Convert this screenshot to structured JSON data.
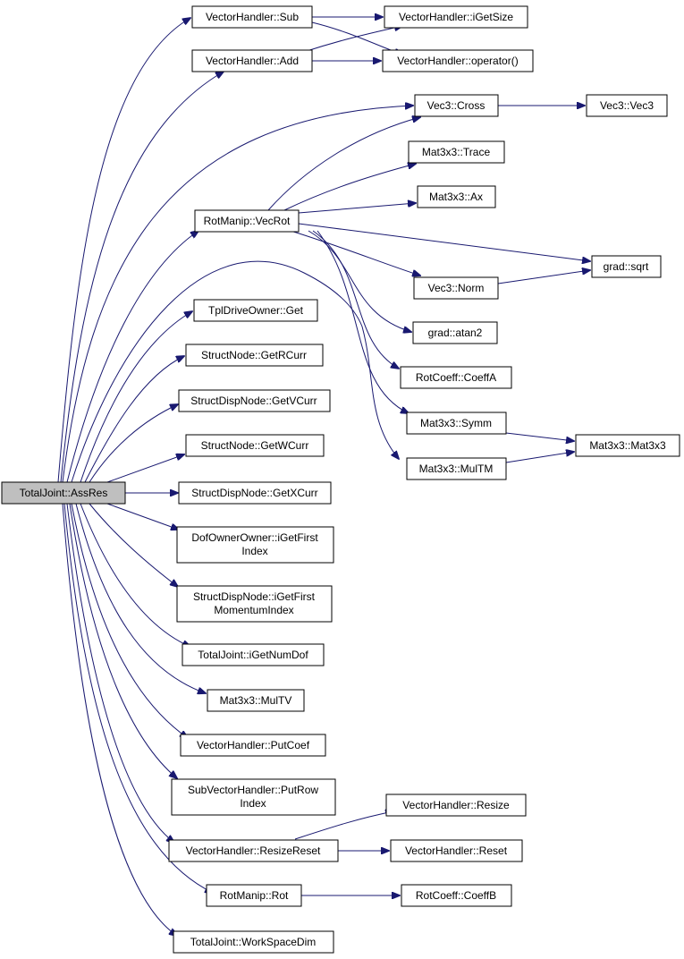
{
  "nodes": {
    "root": [
      "TotalJoint::AssRes"
    ],
    "vh_sub": [
      "VectorHandler::Sub"
    ],
    "vh_add": [
      "VectorHandler::Add"
    ],
    "vh_igetsize": [
      "VectorHandler::iGetSize"
    ],
    "vh_operator": [
      "VectorHandler::operator()"
    ],
    "vec3_cross": [
      "Vec3::Cross"
    ],
    "vec3_vec3": [
      "Vec3::Vec3"
    ],
    "mat_trace": [
      "Mat3x3::Trace"
    ],
    "mat_ax": [
      "Mat3x3::Ax"
    ],
    "rot_vecrot": [
      "RotManip::VecRot"
    ],
    "grad_sqrt": [
      "grad::sqrt"
    ],
    "vec3_norm": [
      "Vec3::Norm"
    ],
    "grad_atan2": [
      "grad::atan2"
    ],
    "tpl_get": [
      "TplDriveOwner::Get"
    ],
    "rotcoeff_a": [
      "RotCoeff::CoeffA"
    ],
    "sn_getrcurr": [
      "StructNode::GetRCurr"
    ],
    "sdn_getvcurr": [
      "StructDispNode::GetVCurr"
    ],
    "mat_symm": [
      "Mat3x3::Symm"
    ],
    "mat_mat3x3": [
      "Mat3x3::Mat3x3"
    ],
    "sn_getwcurr": [
      "StructNode::GetWCurr"
    ],
    "mat_multm": [
      "Mat3x3::MulTM"
    ],
    "sdn_getxcurr": [
      "StructDispNode::GetXCurr"
    ],
    "doo_igetfirst": [
      "DofOwnerOwner::iGetFirst",
      "Index"
    ],
    "sdn_igetfirstmom": [
      "StructDispNode::iGetFirst",
      "MomentumIndex"
    ],
    "tj_igetnumdof": [
      "TotalJoint::iGetNumDof"
    ],
    "mat_multv": [
      "Mat3x3::MulTV"
    ],
    "vh_putcoef": [
      "VectorHandler::PutCoef"
    ],
    "svh_putrow": [
      "SubVectorHandler::PutRow",
      "Index"
    ],
    "vh_resize": [
      "VectorHandler::Resize"
    ],
    "vh_resizereset": [
      "VectorHandler::ResizeReset"
    ],
    "vh_reset": [
      "VectorHandler::Reset"
    ],
    "rot_rot": [
      "RotManip::Rot"
    ],
    "rotcoeff_b": [
      "RotCoeff::CoeffB"
    ],
    "tj_workspacedim": [
      "TotalJoint::WorkSpaceDim"
    ]
  },
  "colors": {
    "edge": "#191970",
    "root_fill": "#bfbfbf",
    "node_fill": "#ffffff",
    "node_stroke": "#000000"
  }
}
